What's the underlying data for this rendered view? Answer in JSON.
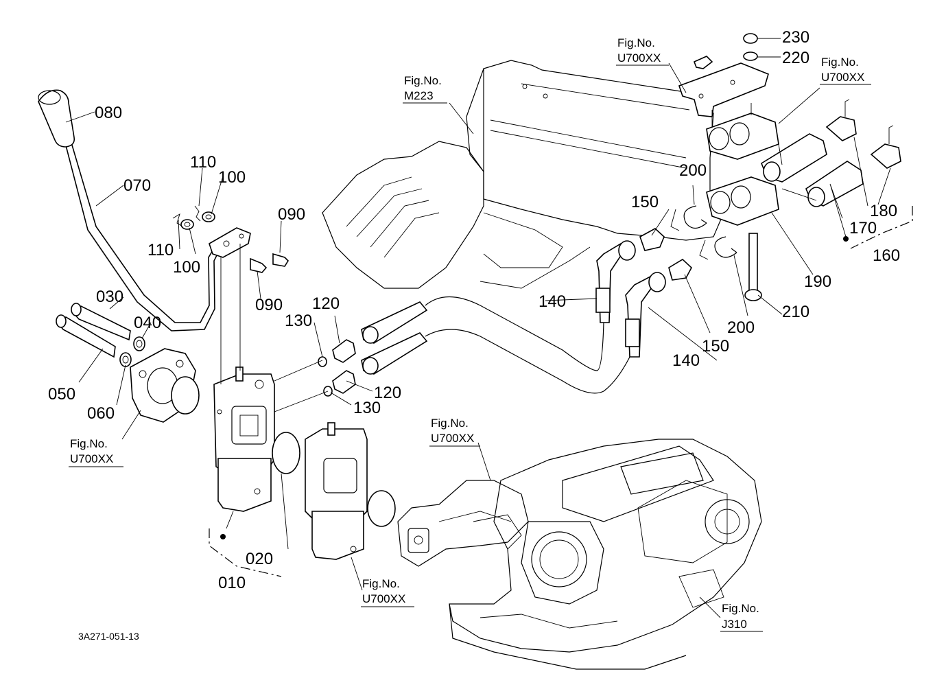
{
  "part_labels": {
    "p010": "010",
    "p020": "020",
    "p030": "030",
    "p040": "040",
    "p050": "050",
    "p060": "060",
    "p070": "070",
    "p080": "080",
    "p090a": "090",
    "p090b": "090",
    "p100a": "100",
    "p100b": "100",
    "p110a": "110",
    "p110b": "110",
    "p120a": "120",
    "p120b": "120",
    "p130a": "130",
    "p130b": "130",
    "p140a": "140",
    "p140b": "140",
    "p150a": "150",
    "p150b": "150",
    "p160": "160",
    "p170": "170",
    "p180": "180",
    "p190": "190",
    "p200a": "200",
    "p200b": "200",
    "p210": "210",
    "p220": "220",
    "p230": "230"
  },
  "figure_refs": {
    "fig_word": "Fig.No.",
    "m223": "M223",
    "u700_top": "U700XX",
    "u700_right": "U700XX",
    "u700_left": "U700XX",
    "u700_mid": "U700XX",
    "u700_bottom": "U700XX",
    "j310": "J310"
  },
  "drawing_code": "3A271-051-13"
}
